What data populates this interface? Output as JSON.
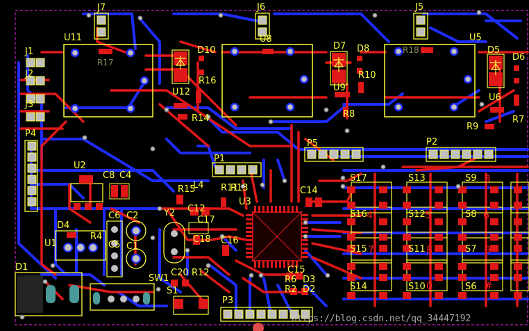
{
  "colors": {
    "background": "#000000",
    "top_trace": "#e01818",
    "bottom_trace": "#1e2cff",
    "silkscreen": "#fcfc3c",
    "pad": "#c0c0c0",
    "board_edge": "#c020c0"
  },
  "designators": {
    "j7": "J7",
    "j6": "J6",
    "j5": "J5",
    "j1": "J1",
    "j2": "J2",
    "j3": "J3",
    "p4": "P4",
    "u11": "U11",
    "u8": "U8",
    "u5": "U5",
    "u12": "U12",
    "u9": "U9",
    "u6": "U6",
    "d10": "D10",
    "d7": "D7",
    "d8": "D8",
    "d5": "D5",
    "d6": "D6",
    "r16": "R16",
    "r14": "R14",
    "r10": "R10",
    "r8": "R8",
    "r9": "R9",
    "r7": "R7",
    "r17": "R17",
    "r18": "R18",
    "u2": "U2",
    "c8": "C8",
    "c4": "C4",
    "d4": "D4",
    "u1": "U1",
    "r4": "R4",
    "c6": "C6",
    "c2": "C2",
    "c5": "C5",
    "c1": "C1",
    "d1": "D1",
    "sw1": "SW1",
    "p1": "P1",
    "p5": "P5",
    "p2": "P2",
    "p3": "P3",
    "r15": "R15",
    "l4": "L4",
    "r13": "R13",
    "r11": "R11",
    "u3": "U3",
    "c12": "C12",
    "c17": "C17",
    "y2": "Y2",
    "c18": "C18",
    "c16": "C16",
    "c20": "C20",
    "r12": "R12",
    "s1": "S1",
    "c14": "C14",
    "c15": "C15",
    "r6": "R6",
    "d3": "D3",
    "r2": "R2",
    "d2": "D2",
    "s17": "S17",
    "s13": "S13",
    "s9": "S9",
    "s16": "S16",
    "s12": "S12",
    "s8": "S8",
    "s15": "S15",
    "s11": "S11",
    "s7": "S7",
    "s14": "S14",
    "s10": "S10",
    "s6": "S6"
  },
  "key_legends": {
    "k3": "3",
    "k4": "4",
    "k5": "5",
    "k6": "6",
    "k7": "7",
    "k8": "8",
    "k9": "9",
    "k0": "0",
    "khash": "#"
  },
  "watermark": "https://blog.csdn.net/qq_34447192"
}
